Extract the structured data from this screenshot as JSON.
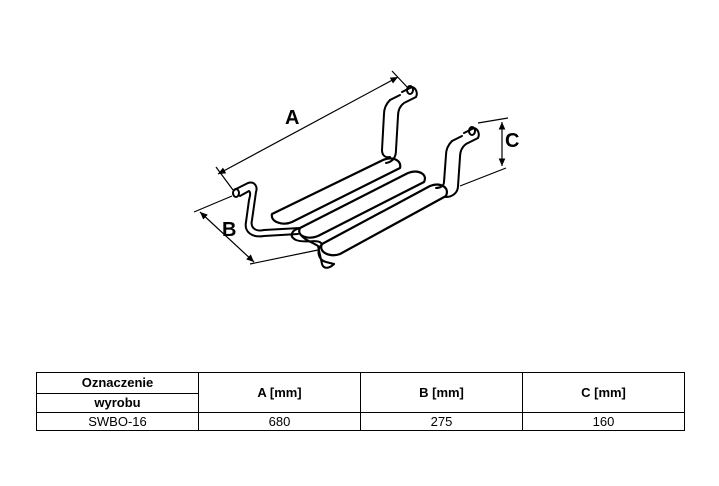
{
  "drawing": {
    "dimension_labels": {
      "a": "A",
      "b": "B",
      "c": "C"
    }
  },
  "table": {
    "headers": {
      "name_line1": "Oznaczenie",
      "name_line2": "wyrobu",
      "a": "A [mm]",
      "b": "B [mm]",
      "c": "C [mm]"
    },
    "rows": [
      {
        "name": "SWBO-16",
        "a": "680",
        "b": "275",
        "c": "160"
      }
    ]
  }
}
